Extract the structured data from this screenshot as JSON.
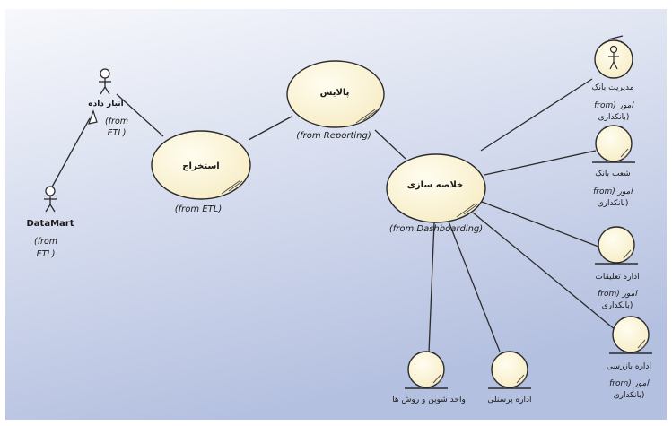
{
  "actors": {
    "data_warehouse": {
      "name": "انبار داده",
      "package": [
        "(from",
        "ETL)"
      ]
    },
    "datamart": {
      "name": "DataMart",
      "package": [
        "(from",
        "ETL)"
      ]
    },
    "bank_management": {
      "name": "مدیریت بانک",
      "package": [
        "from) امور",
        "بانکداری)"
      ]
    },
    "bank_branches": {
      "name": "شعب بانک",
      "package": [
        "from) امور",
        "بانکداری)"
      ]
    },
    "claims_office": {
      "name": "اداره تعلیقات",
      "package": [
        "from) امور",
        "بانکداری)"
      ]
    },
    "audit_office": {
      "name": "اداره بازرسی",
      "package": [
        "from) امور",
        "بانکداری)"
      ]
    },
    "methods_unit": {
      "name": "واحد شوین و روش ها"
    },
    "personnel_office": {
      "name": "اداره پرسنلی"
    }
  },
  "use_cases": {
    "extraction": {
      "name": "استخراج",
      "package": "(from ETL)"
    },
    "cleansing": {
      "name": "پالایش",
      "package": "(from Reporting)"
    },
    "summarization": {
      "name": "خلاصه سازی",
      "package": "(from Dashboarding)"
    }
  },
  "colors": {
    "bg_top": "#f7f8fc",
    "bg_bottom": "#b4c0e0",
    "ellipse_fill": "#faf3d2",
    "stroke": "#2b2b2b"
  }
}
